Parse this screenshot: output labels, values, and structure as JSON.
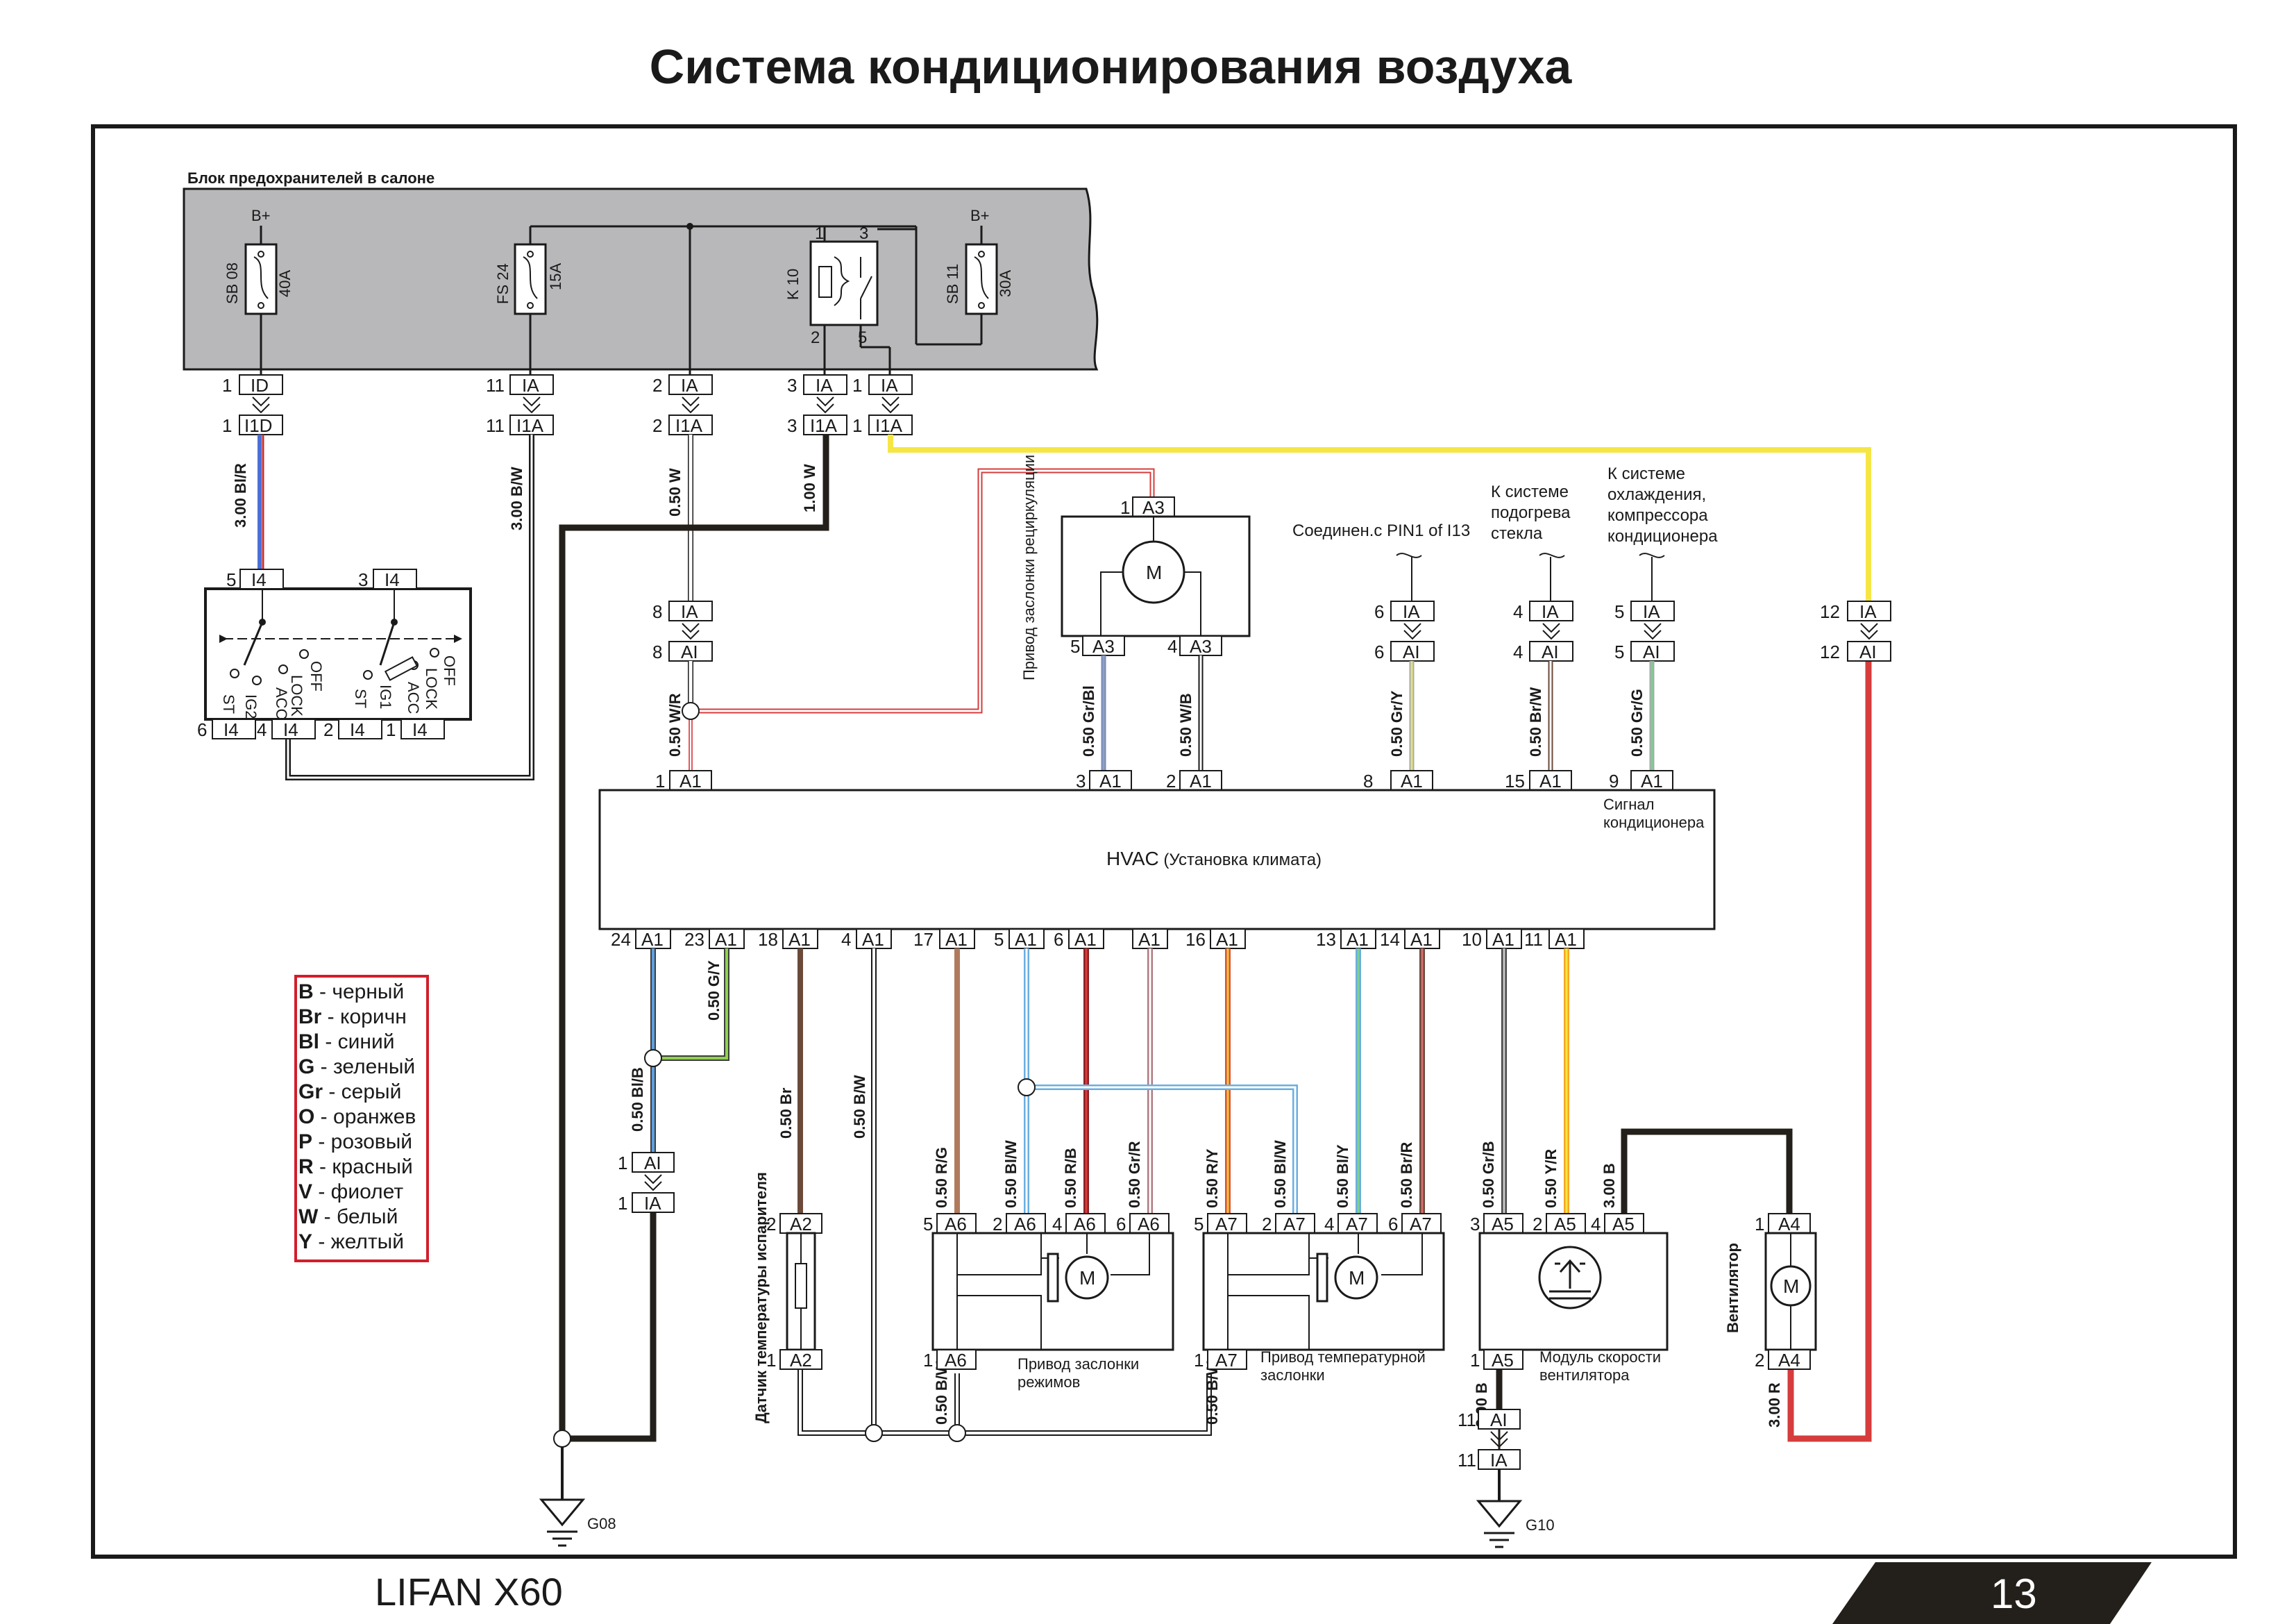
{
  "title": "Система кондиционирования воздуха",
  "footer": {
    "model": "LIFAN X60",
    "page_number": "13"
  },
  "colors": {
    "frame": "#1a1a1a",
    "fuse_box": "#b8b8ba",
    "footer_band": "#231f1a",
    "legend_border": "#d21e2b"
  },
  "fuse_box": {
    "label": "Блок предохранителей в салоне",
    "bplus": "B+",
    "sb08": "SB 08",
    "sb08_rating": "40A",
    "fs24": "FS 24",
    "fs24_rating": "15A",
    "k10": "K 10",
    "sb11": "SB 11",
    "sb11_rating": "30A",
    "relay_pins": [
      "1",
      "3",
      "2",
      "5"
    ]
  },
  "connectors": {
    "id": "ID",
    "i1d": "I1D",
    "ia": "IA",
    "i1a": "I1A",
    "ai": "AI",
    "a1": "A1",
    "a2": "A2",
    "a3": "A3",
    "a4": "A4",
    "a5": "A5",
    "a6": "A6",
    "a7": "A7",
    "i4": "I4"
  },
  "pin_numbers": {
    "n1": "1",
    "n2": "2",
    "n3": "3",
    "n4": "4",
    "n5": "5",
    "n6": "6",
    "n8": "8",
    "n9": "9",
    "n10": "10",
    "n11": "11",
    "n12": "12",
    "n13": "13",
    "n14": "14",
    "n15": "15",
    "n16": "16",
    "n17": "17",
    "n18": "18",
    "n23": "23",
    "n24": "24"
  },
  "wires": {
    "w1": "3.00 Bl/R",
    "w2": "3.00 B/W",
    "w3": "0.50 W",
    "w4": "1.00 W",
    "w5": "0.50 W/R",
    "w6": "0.50 Gr/Bl",
    "w7": "0.50 W/B",
    "w8": "0.50 Gr/Y",
    "w9": "0.50 Br/W",
    "w10": "0.50 Gr/G",
    "w11": "0.50 G/Y",
    "w12": "0.50 Bl/B",
    "w13": "0.50 Br",
    "w14": "0.50 B/W",
    "w15": "0.50 R/G",
    "w16": "0.50 Bl/W",
    "w17": "0.50 R/B",
    "w18": "0.50 Gr/R",
    "w19": "0.50 R/Y",
    "w20": "0.50 Bl/W",
    "w21": "0.50 Bl/Y",
    "w22": "0.50 Br/R",
    "w23": "0.50 Gr/B",
    "w24": "0.50 Y/R",
    "w25": "3.00 B",
    "w26": "0.50 B/W",
    "w27": "0.50 B/W",
    "w28": "2.00 B",
    "w29": "3.00 R"
  },
  "ignition_switch": {
    "st": "ST",
    "ig2": "IG2",
    "lock": "LOCK",
    "off": "OFF",
    "acc": "ACC",
    "ig1": "IG1"
  },
  "labels": {
    "recirc_actuator": "Привод заслонки рециркуляции",
    "motor": "M",
    "pin1_link": "Соединен.с PIN1 of I13",
    "defrost_1": "К системе",
    "defrost_2": "подогрева",
    "defrost_3": "стекла",
    "cooling_1": "К системе",
    "cooling_2": "охлаждения,",
    "cooling_3": "компрессора",
    "cooling_4": "кондиционера",
    "ac_signal_1": "Сигнал",
    "ac_signal_2": "кондиционера",
    "hvac_main": "HVAC",
    "hvac_sub": " (Установка климата)",
    "evap_sensor": "Датчик температуры испарителя",
    "mode_1": "Привод заслонки",
    "mode_2": "режимов",
    "temp_1": "Привод температурной",
    "temp_2": "заслонки",
    "fan_mod_1": "Модуль скорости",
    "fan_mod_2": "вентилятора",
    "fan": "Вентилятор",
    "g08": "G08",
    "g10": "G10"
  },
  "legend": [
    {
      "code": "B",
      "name": " - черный"
    },
    {
      "code": "Br",
      "name": " - коричн"
    },
    {
      "code": "Bl",
      "name": " - синий"
    },
    {
      "code": "G",
      "name": " - зеленый"
    },
    {
      "code": "Gr",
      "name": " - серый"
    },
    {
      "code": "O",
      "name": " - оранжев"
    },
    {
      "code": "P",
      "name": " - розовый"
    },
    {
      "code": "R",
      "name": " - красный"
    },
    {
      "code": "V",
      "name": " - фиолет"
    },
    {
      "code": "W",
      "name": " - белый"
    },
    {
      "code": "Y",
      "name": " - желтый"
    }
  ]
}
